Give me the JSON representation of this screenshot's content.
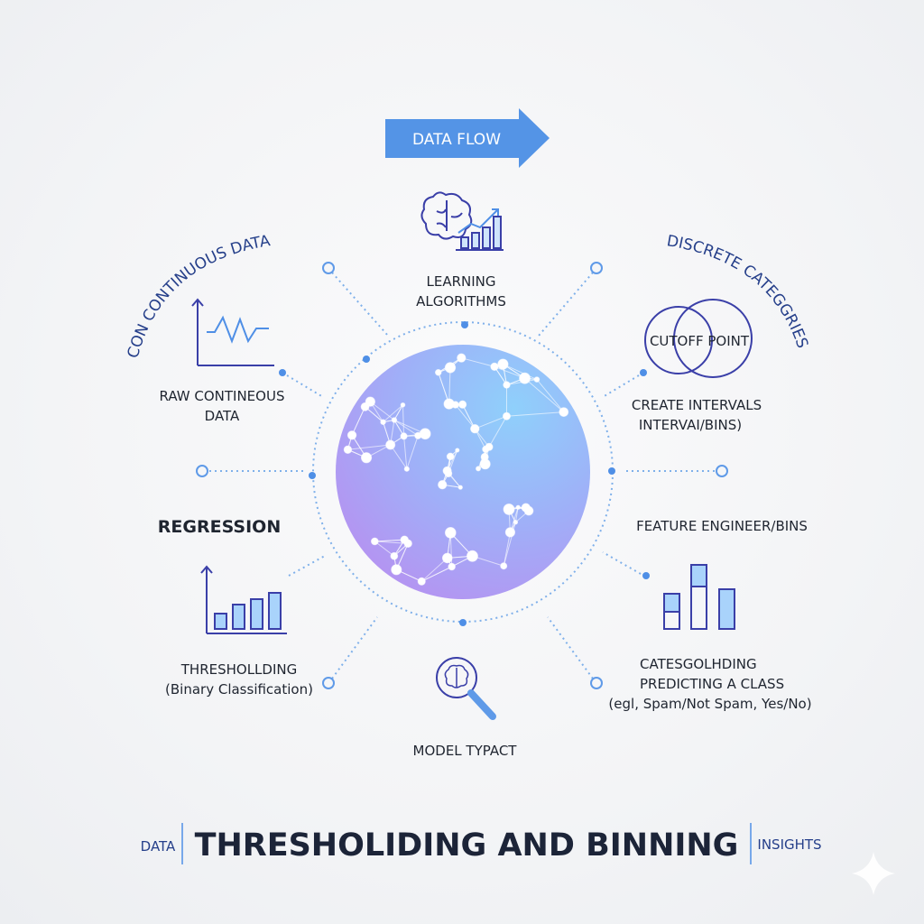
{
  "header": {
    "flow_label": "DATA FLOW"
  },
  "top": {
    "line1": "LEARNING",
    "line2": "ALGORITHMS"
  },
  "left": {
    "arc_title": "CON CONTINUOUS DATA",
    "raw_line1": "RAW CONTINEOUS",
    "raw_line2": "DATA",
    "regression": "REGRESSION",
    "threshold_line1": "THRESHOLLDING",
    "threshold_line2": "(Binary Classification)"
  },
  "right": {
    "arc_title": "DISCRETE CATEGGRIES",
    "cutoff": "CUTOFF POINT",
    "intervals_line1": "CREATE INTERVALS",
    "intervals_line2": "INTERVAI/BINS)",
    "feature": "FEATURE ENGINEER/BINS",
    "class_line1": "CATESGOLHDING",
    "class_line2": "PREDICTING A CLASS",
    "class_line3": "(egl, Spam/Not Spam, Yes/No)"
  },
  "bottom_center": {
    "label": "MODEL TYPACT"
  },
  "footer": {
    "left": "DATA",
    "title": "THRESHOLIDING AND BINNING",
    "right": "INSIGHTS"
  },
  "colors": {
    "accent": "#4f8fe6",
    "navy": "#253f8a",
    "text": "#1f2530"
  }
}
